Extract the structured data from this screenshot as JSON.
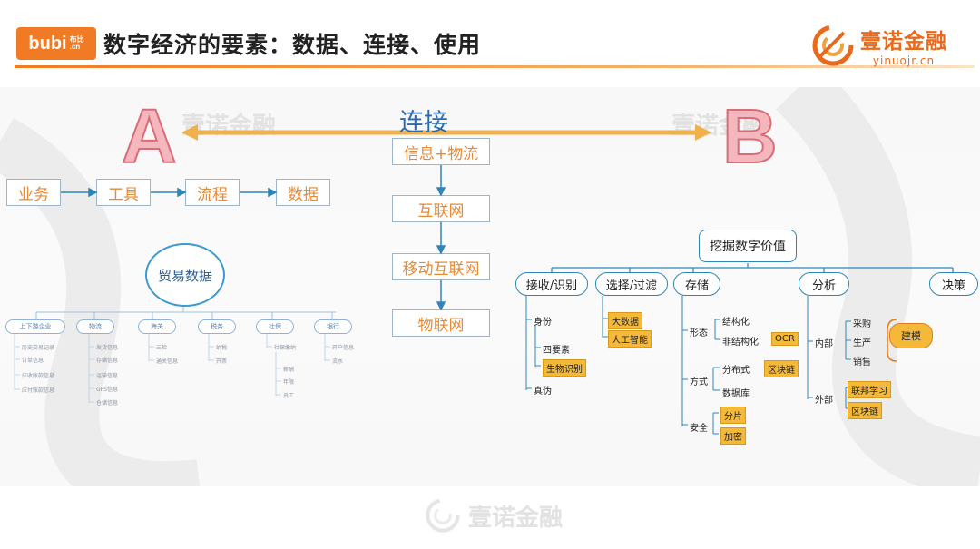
{
  "header": {
    "logo_left": {
      "main": "bubi",
      "sub_top": "布比",
      "sub_bottom": ".cn"
    },
    "title": "数字经济的要素：数据、连接、使用",
    "brand": {
      "name": "壹诺金融",
      "url": "yinuojr.cn"
    }
  },
  "watermark": {
    "text": "壹诺金融"
  },
  "letters": {
    "a": "A",
    "b": "B"
  },
  "connection_label": "连接",
  "flow_left": [
    "业务",
    "工具",
    "流程",
    "数据"
  ],
  "flow_center": [
    "信息+物流",
    "互联网",
    "移动互联网",
    "物联网"
  ],
  "trade": {
    "center": "贸易数据",
    "categories": [
      {
        "label": "上下游企业",
        "items": [
          "历史交易记录",
          "订单信息",
          "应收账款信息",
          "应付账款信息"
        ]
      },
      {
        "label": "物流",
        "items": [
          "发货信息",
          "存储信息",
          "运输信息",
          "GPS信息",
          "仓储信息"
        ]
      },
      {
        "label": "海关",
        "items": [
          "三检",
          "通关信息"
        ]
      },
      {
        "label": "税务",
        "items": [
          "纳税",
          "开票"
        ]
      },
      {
        "label": "社保",
        "items": [
          "社保缴纳",
          "薪酬",
          "年限",
          "员工"
        ]
      },
      {
        "label": "银行",
        "items": [
          "开户信息",
          "流水"
        ]
      }
    ]
  },
  "mining": {
    "root": "挖掘数字价值",
    "branches": [
      "接收/识别",
      "选择/过滤",
      "存储",
      "分析",
      "决策"
    ],
    "receive": {
      "identity": "身份",
      "four": "四要素",
      "bio": "生物识别",
      "authentic": "真伪"
    },
    "select": {
      "bigdata": "大数据",
      "ai": "人工智能"
    },
    "storage": {
      "form": "形态",
      "structured": "结构化",
      "unstructured": "非结构化",
      "ocr": "OCR",
      "method": "方式",
      "distributed": "分布式",
      "blockchain": "区块链",
      "database": "数据库",
      "security": "安全",
      "shard": "分片",
      "encrypt": "加密"
    },
    "analysis": {
      "internal": "内部",
      "purchase": "采购",
      "produce": "生产",
      "sales": "销售",
      "build": "建模",
      "external": "外部",
      "federated": "联邦学习",
      "blockchain": "区块链"
    }
  },
  "colors": {
    "accent": "#f07b24",
    "arrow": "#f0b14a",
    "node_border": "#2e86b8",
    "highlight": "#f5b93a"
  }
}
